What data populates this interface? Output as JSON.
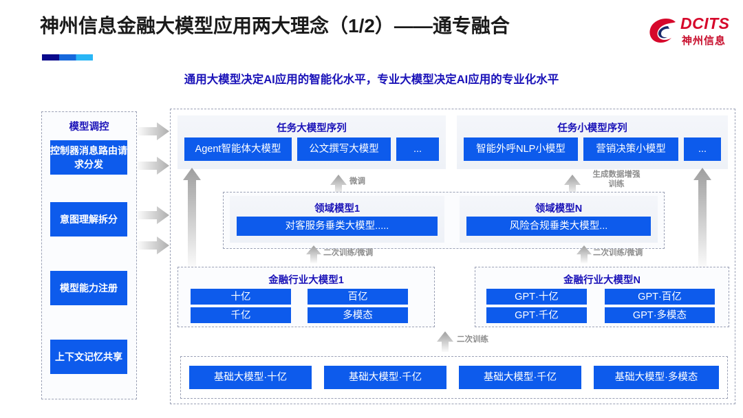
{
  "header": {
    "title": "神州信息金融大模型应用两大理念（1/2）——通专融合",
    "subtitle": "通用大模型决定AI应用的智能化水平，专业大模型决定AI应用的专业化水平",
    "logo": {
      "name": "dcits-logo",
      "text": "DCITS",
      "sub": "神州信息",
      "color": "#d6082b"
    },
    "accent_colors": [
      "#0a0a8c",
      "#1668dc",
      "#29b6f6"
    ]
  },
  "left_panel": {
    "title": "模型调控",
    "items": [
      {
        "label": "控制器消息路由请求分发"
      },
      {
        "label": "意图理解拆分"
      },
      {
        "label": "模型能力注册"
      },
      {
        "label": "上下文记忆共享"
      }
    ],
    "arrow_count": 4
  },
  "task_rows": [
    {
      "title": "任务大模型序列",
      "chips": [
        "Agent智能体大模型",
        "公文撰写大模型",
        "..."
      ]
    },
    {
      "title": "任务小模型序列",
      "chips": [
        "智能外呼NLP小模型",
        "营销决策小模型",
        "..."
      ]
    }
  ],
  "domain_rows": [
    {
      "title": "领域模型1",
      "chips": [
        "对客服务垂类大模型....."
      ]
    },
    {
      "title": "领域模型N",
      "chips": [
        "风险合规垂类大模型..."
      ]
    }
  ],
  "industry_rows": [
    {
      "title": "金融行业大模型1",
      "chips": [
        "十亿",
        "百亿",
        "千亿",
        "多模态"
      ]
    },
    {
      "title": "金融行业大模型N",
      "chips": [
        "GPT·十亿",
        "GPT·百亿",
        "GPT·千亿",
        "GPT·多模态"
      ]
    }
  ],
  "base_row": {
    "chips": [
      "基础大模型·十亿",
      "基础大模型·千亿",
      "基础大模型·千亿",
      "基础大模型·多模态"
    ]
  },
  "arrow_labels": {
    "fine_tune": "微调",
    "data_augment": "生成数据增强\n训练",
    "data_augment_l1": "生成数据增强",
    "data_augment_l2": "训练",
    "retrain_left": "二次训练/微调",
    "retrain_right": "二次训练/微调",
    "retrain_base": "二次训练"
  },
  "colors": {
    "chip_blue": "#0d5bec",
    "title_blue": "#1a12b8",
    "dashed_border": "#9aa0b5",
    "arrow_gray": "#b9b9b9"
  }
}
